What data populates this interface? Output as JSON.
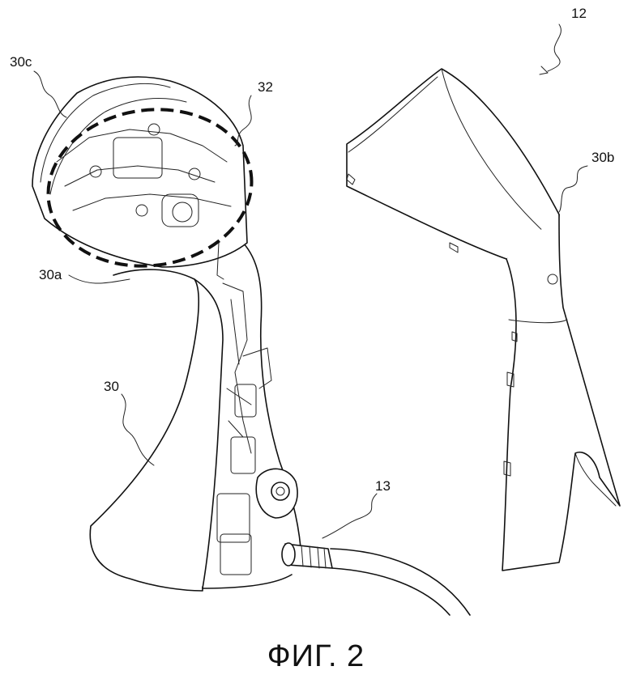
{
  "labels": {
    "ref_12": "12",
    "ref_30c": "30c",
    "ref_32": "32",
    "ref_30b": "30b",
    "ref_30a": "30a",
    "ref_30": "30",
    "ref_13": "13"
  },
  "caption": "ФИГ. 2"
}
